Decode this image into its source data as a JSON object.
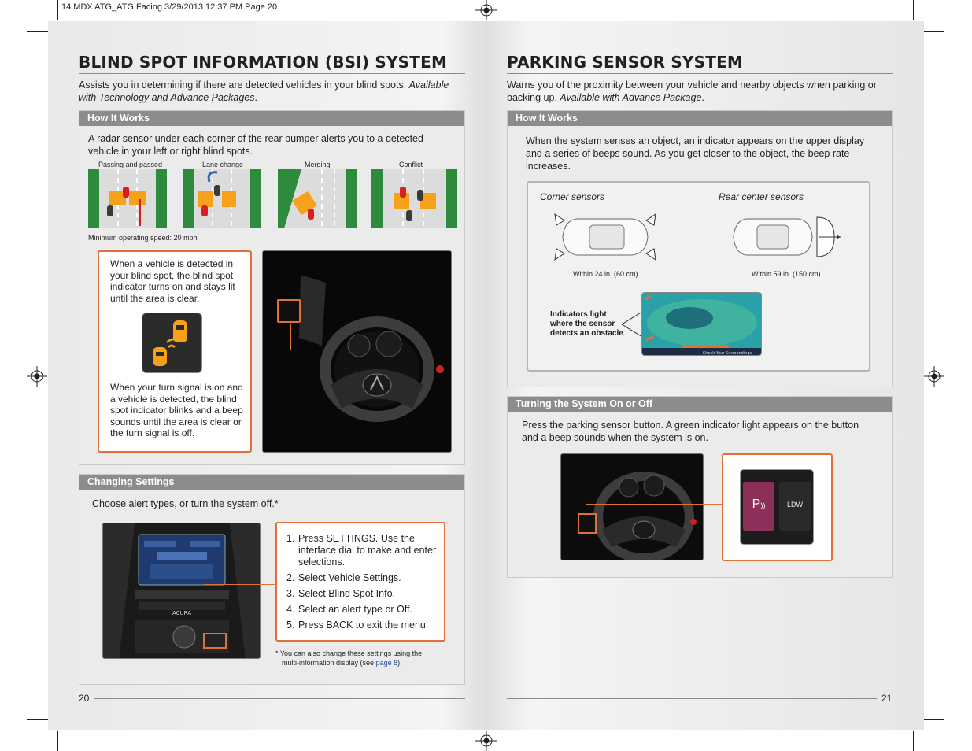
{
  "slug": "14 MDX ATG_ATG Facing  3/29/2013  12:37 PM  Page 20",
  "left": {
    "title": "BLIND SPOT INFORMATION (BSI) SYSTEM",
    "intro": "Assists you in determining if there are detected vehicles in your blind spots.",
    "intro_italic": "Available with Technology and Advance Packages",
    "how_title": "How It Works",
    "how_text": "A radar sensor under each corner of the rear bumper alerts you to a detected vehicle in your left or right blind spots.",
    "diagram_labels": [
      "Passing and passed",
      "Lane change",
      "Merging",
      "Conflict"
    ],
    "min_speed": "Minimum operating speed: 20 mph",
    "detected_text": "When a vehicle is detected in your blind spot, the blind spot indicator turns on and stays lit until the area is clear.",
    "turn_text": "When your turn signal is on and a vehicle is detected, the blind spot indicator blinks and a beep sounds until the area is clear or the turn signal is off.",
    "settings_title": "Changing Settings",
    "settings_text": "Choose alert types, or turn the system off.*",
    "steps": [
      {
        "n": "1.",
        "text": "Press SETTINGS. Use the interface dial to make and enter selections."
      },
      {
        "n": "2.",
        "text": "Select Vehicle Settings."
      },
      {
        "n": "3.",
        "text": "Select Blind Spot Info."
      },
      {
        "n": "4.",
        "text": "Select an alert type or Off."
      },
      {
        "n": "5.",
        "text": "Press BACK to exit the menu."
      }
    ],
    "footnote_a": "* You can also change these settings using the",
    "footnote_b": "multi-information display (see",
    "footnote_link": "page 8",
    "footnote_end": ").",
    "page_number": "20"
  },
  "right": {
    "title": "PARKING SENSOR SYSTEM",
    "intro": "Warns you of the proximity between your vehicle and nearby objects when parking or backing up.",
    "intro_italic": "Available with Advance Package",
    "how_title": "How It Works",
    "how_text": "When the system senses an object, an indicator appears on the upper display and a series of beeps sound. As you get closer to the object, the beep rate increases.",
    "corner_label": "Corner sensors",
    "rear_label": "Rear center sensors",
    "corner_range": "Within 24 in. (60 cm)",
    "rear_range": "Within 59 in. (150 cm)",
    "indicator_label": "Indicators light where the sensor detects an obstacle",
    "screen_text": "Check Your Surroundings",
    "turn_title": "Turning the System On or Off",
    "turn_text": "Press the parking sensor button. A green indicator light appears on the button and a beep sounds when the system is on.",
    "button_p": "P",
    "button_ldw": "LDW",
    "page_number": "21"
  },
  "colors": {
    "accent_orange": "#e0703a",
    "panel_header": "#8b8c8e",
    "link": "#1f4ea3"
  }
}
